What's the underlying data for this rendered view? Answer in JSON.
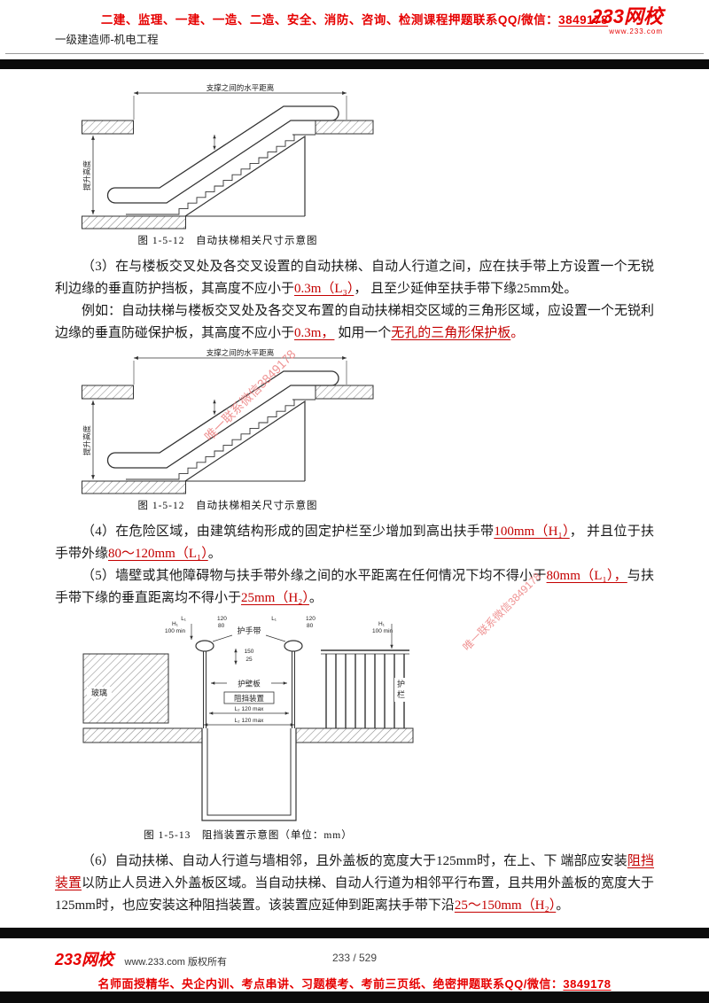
{
  "header": {
    "promo_text": "二建、监理、一建、一造、二造、安全、消防、咨询、检测课程押题联系QQ/微信：",
    "promo_number": "3849178",
    "logo": "233网校",
    "logo_sub": "www.233.com",
    "course": "一级建造师-机电工程"
  },
  "watermark": "唯一联系微信3849178",
  "figures": {
    "escalator": {
      "caption": "图 1-5-12　自动扶梯相关尺寸示意图",
      "dim_top": "支撑之间的水平距离",
      "dim_left": "提升高度"
    },
    "barrier": {
      "caption": "图 1-5-13　阻挡装置示意图（单位：mm）",
      "glass": "玻璃",
      "handrail": "护手带",
      "railing_1": "护",
      "railing_2": "栏",
      "skirt": "护壁板",
      "device": "阻挡装置",
      "dim_l1": "L₁",
      "dim_120": "120",
      "dim_80": "80",
      "dim_h1": "H₁",
      "dim_100min": "100 min",
      "dim_150": "150",
      "dim_25": "25",
      "dim_l2": "L₂ 120 max"
    }
  },
  "paragraphs": {
    "p3": [
      {
        "t": "（3）在与楼板交叉处及各交叉设置的自动扶梯、自动人行道之间，应在扶手带上方设置一个无锐利边缘的垂直防护挡板，其高度不应小于",
        "s": "n"
      },
      {
        "t": "0.3m（L₃）",
        "s": "ru"
      },
      {
        "t": "， 且至少延伸至扶手带下缘25mm处。",
        "s": "n"
      }
    ],
    "p_example": [
      {
        "t": "例如：自动扶梯与楼板交叉处及各交叉布置的自动扶梯相交区域的三角形区域，应设置一个无锐利边缘的垂直防碰保护板，其高度不应小于",
        "s": "n"
      },
      {
        "t": "0.3m，",
        "s": "ru"
      },
      {
        "t": " 如用一个",
        "s": "n"
      },
      {
        "t": "无孔的三角形保护板",
        "s": "ru"
      },
      {
        "t": "。",
        "s": "r"
      }
    ],
    "p4": [
      {
        "t": "（4）在危险区域，由建筑结构形成的固定护栏至少增加到高出扶手带",
        "s": "n"
      },
      {
        "t": "100mm（H₁）",
        "s": "ru"
      },
      {
        "t": "， 并且位于扶手带外缘",
        "s": "n"
      },
      {
        "t": "80～120mm（L₁）",
        "s": "ru"
      },
      {
        "t": "。",
        "s": "n"
      }
    ],
    "p5": [
      {
        "t": "（5）墙壁或其他障碍物与扶手带外缘之间的水平距离在任何情况下均不得小于",
        "s": "n"
      },
      {
        "t": "80mm（L₁），",
        "s": "ru"
      },
      {
        "t": "与扶手带下缘的垂直距离均不得小于",
        "s": "n"
      },
      {
        "t": "25mm（H₂）",
        "s": "ru"
      },
      {
        "t": "。",
        "s": "n"
      }
    ],
    "p6": [
      {
        "t": "（6）自动扶梯、自动人行道与墙相邻，且外盖板的宽度大于125mm时，在上、下 端部应安装",
        "s": "n"
      },
      {
        "t": "阻挡装置",
        "s": "ru"
      },
      {
        "t": "以防止人员进入外盖板区域。当自动扶梯、自动人行道为相邻平行布置，且共用外盖板的宽度大于125mm时，也应安装这种阻挡装置。该装置应延伸到距离扶手带下沿",
        "s": "n"
      },
      {
        "t": "25～150mm（H₂）",
        "s": "ru"
      },
      {
        "t": "。",
        "s": "n"
      }
    ]
  },
  "footer": {
    "logo": "233网校",
    "copyright": "www.233.com 版权所有",
    "page": "233 / 529",
    "promo_text": "名师面授精华、央企内训、考点串讲、习题模考、考前三页纸、绝密押题联系QQ/微信：",
    "promo_number": "3849178"
  }
}
